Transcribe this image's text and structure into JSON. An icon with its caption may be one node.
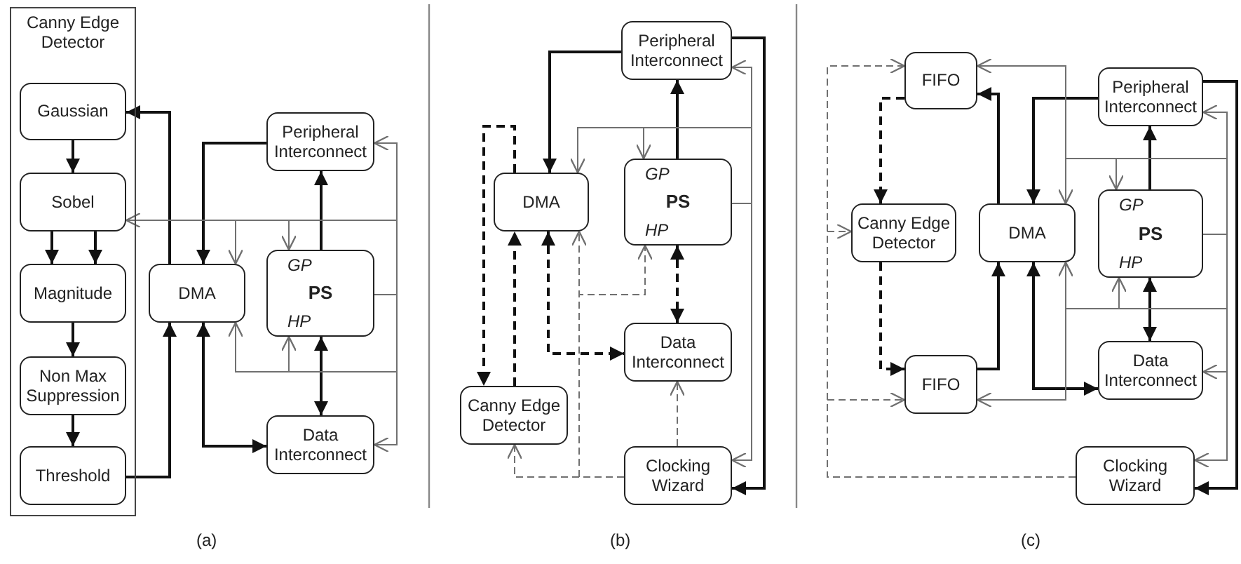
{
  "diagram": {
    "nodes": [
      {
        "text": [
          "Canny Edge Detector"
        ]
      },
      {
        "text": [
          "Gaussian"
        ],
        "in": 0
      },
      {
        "text": [
          "Sobel"
        ],
        "in": 0
      },
      {
        "text": [
          "Magnitude"
        ],
        "in": 0
      },
      {
        "text": [
          "Non Max Suppression"
        ],
        "in": 0
      },
      {
        "text": [
          "Threshold"
        ],
        "in": 0
      },
      {
        "text": [
          "DMA"
        ]
      },
      {
        "text": [
          "Peripheral Interconnect"
        ]
      },
      {
        "text": [
          "GP",
          "PS",
          "HP"
        ]
      },
      {
        "text": [
          "Data Interconnect"
        ]
      },
      {
        "text": [
          "Peripheral Interconnect"
        ]
      },
      {
        "text": [
          "DMA"
        ]
      },
      {
        "text": [
          "GP",
          "PS",
          "HP"
        ]
      },
      {
        "text": [
          "Data Interconnect"
        ]
      },
      {
        "text": [
          "Canny Edge Detector"
        ]
      },
      {
        "text": [
          "Clocking Wizard"
        ]
      },
      {
        "text": [
          "FIFO"
        ]
      },
      {
        "text": [
          "Peripheral Interconnect"
        ]
      },
      {
        "text": [
          "Canny Edge Detector"
        ]
      },
      {
        "text": [
          "DMA"
        ]
      },
      {
        "text": [
          "GP",
          "PS",
          "HP"
        ]
      },
      {
        "text": [
          "FIFO"
        ]
      },
      {
        "text": [
          "Data Interconnect"
        ]
      },
      {
        "text": [
          "Clocking Wizard"
        ]
      }
    ],
    "edges": [
      {
        "from": 1,
        "to": 2,
        "arrow": "to"
      },
      {
        "from": 2,
        "to": 3,
        "arrow": "to"
      },
      {
        "from": 2,
        "to": 3,
        "arrow": "to"
      },
      {
        "from": 3,
        "to": 4,
        "arrow": "to"
      },
      {
        "from": 4,
        "to": 5,
        "arrow": "to"
      },
      {
        "from": 5,
        "to": 6,
        "arrow": "to"
      },
      {
        "from": 6,
        "to": 1,
        "arrow": "to"
      },
      {
        "from": 7,
        "to": 6,
        "arrow": "to"
      },
      {
        "from": 8,
        "to": 7,
        "arrow": "to"
      },
      {
        "from": 8,
        "to": 9,
        "arrow": "both"
      },
      {
        "from": 6,
        "to": 9,
        "arrow": "both"
      },
      {
        "from": 8,
        "to": 7,
        "arrow": "to",
        "color": "#707070"
      },
      {
        "from": 8,
        "to": 9,
        "arrow": "to",
        "color": "#707070"
      },
      {
        "from": 8,
        "to": 2,
        "arrow": "to",
        "color": "#707070"
      },
      {
        "from": 8,
        "to": 6,
        "arrow": "to",
        "color": "#707070"
      },
      {
        "from": 8,
        "to": 8,
        "arrow": "to",
        "color": "#707070"
      },
      {
        "from": 8,
        "to": 6,
        "arrow": "to",
        "color": "#707070"
      },
      {
        "from": 8,
        "to": 8,
        "arrow": "to",
        "color": "#707070"
      },
      {
        "from": 10,
        "to": 11,
        "arrow": "to"
      },
      {
        "from": 12,
        "to": 10,
        "arrow": "to"
      },
      {
        "from": 12,
        "to": 13,
        "arrow": "both",
        "style": "dashed"
      },
      {
        "from": 11,
        "to": 13,
        "arrow": "both",
        "style": "dashed"
      },
      {
        "from": 11,
        "to": 14,
        "arrow": "to",
        "style": "dashed"
      },
      {
        "from": 14,
        "to": 11,
        "arrow": "to",
        "style": "dashed"
      },
      {
        "from": 10,
        "to": 15,
        "arrow": "to"
      },
      {
        "from": 12,
        "to": 10,
        "arrow": "to",
        "color": "#707070"
      },
      {
        "from": 12,
        "to": 15,
        "arrow": "to",
        "color": "#707070"
      },
      {
        "from": 12,
        "to": 11,
        "arrow": "to",
        "color": "#707070"
      },
      {
        "from": 12,
        "to": 12,
        "arrow": "to",
        "color": "#707070"
      },
      {
        "from": 15,
        "to": 11,
        "arrow": "to",
        "style": "dashed",
        "color": "#707070"
      },
      {
        "from": 15,
        "to": 14,
        "arrow": "to",
        "style": "dashed",
        "color": "#707070"
      },
      {
        "from": 15,
        "to": 12,
        "arrow": "to",
        "style": "dashed",
        "color": "#707070"
      },
      {
        "from": 15,
        "to": 13,
        "arrow": "to",
        "style": "dashed",
        "color": "#707070"
      },
      {
        "from": 19,
        "to": 16,
        "arrow": "to"
      },
      {
        "from": 17,
        "to": 19,
        "arrow": "to"
      },
      {
        "from": 20,
        "to": 17,
        "arrow": "to"
      },
      {
        "from": 20,
        "to": 22,
        "arrow": "both"
      },
      {
        "from": 21,
        "to": 19,
        "arrow": "to"
      },
      {
        "from": 19,
        "to": 22,
        "arrow": "both"
      },
      {
        "from": 17,
        "to": 23,
        "arrow": "to"
      },
      {
        "from": 16,
        "to": 18,
        "arrow": "to",
        "style": "dashed"
      },
      {
        "from": 18,
        "to": 21,
        "arrow": "to",
        "style": "dashed"
      },
      {
        "from": 20,
        "to": 17,
        "arrow": "to",
        "color": "#707070"
      },
      {
        "from": 20,
        "to": 22,
        "arrow": "to",
        "color": "#707070"
      },
      {
        "from": 20,
        "to": 23,
        "arrow": "to",
        "color": "#707070"
      },
      {
        "from": 20,
        "to": 19,
        "arrow": "to",
        "color": "#707070"
      },
      {
        "from": 20,
        "to": 20,
        "arrow": "to",
        "color": "#707070"
      },
      {
        "from": 20,
        "to": 16,
        "arrow": "to",
        "color": "#707070"
      },
      {
        "from": 20,
        "to": 19,
        "arrow": "to",
        "color": "#707070"
      },
      {
        "from": 20,
        "to": 20,
        "arrow": "to",
        "color": "#707070"
      },
      {
        "from": 20,
        "to": 21,
        "arrow": "to",
        "color": "#707070"
      },
      {
        "from": 23,
        "to": 16,
        "arrow": "to",
        "style": "dashed",
        "color": "#707070"
      },
      {
        "from": 23,
        "to": 18,
        "arrow": "to",
        "style": "dashed",
        "color": "#707070"
      },
      {
        "from": 23,
        "to": 21,
        "arrow": "to",
        "style": "dashed",
        "color": "#707070"
      }
    ],
    "labels": [
      "(a)",
      "(b)",
      "(c)"
    ]
  }
}
